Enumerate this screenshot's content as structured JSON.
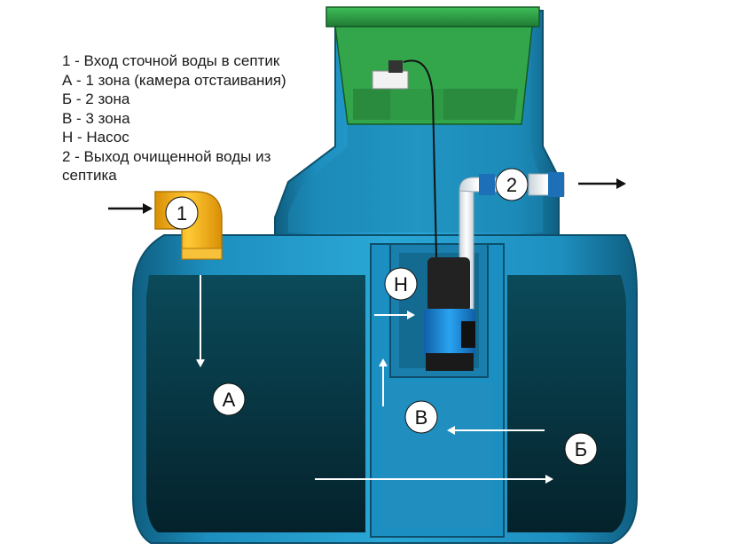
{
  "legend": [
    "1 - Вход сточной воды в септик",
    "А - 1 зона (камера отстаивания)",
    "Б - 2 зона",
    "В - 3 зона",
    "Н - Насос",
    "2 - Выход очищенной воды из",
    "септика"
  ],
  "callouts": {
    "inlet": "1",
    "outlet": "2",
    "pump": "Н",
    "zone_a": "А",
    "zone_b": "Б",
    "zone_v": "В"
  },
  "colors": {
    "tank_body": "#1d8fbf",
    "tank_dark": "#0e3a4c",
    "water": "#06303c",
    "lid_green": "#2f9a45",
    "pipe_yellow": "#f4b21a",
    "pump_blue": "#1e86d6",
    "arrow_white": "#ffffff",
    "arrow_black": "#111111"
  },
  "icons": [
    "inlet-elbow-pipe-icon",
    "outlet-pipe-icon",
    "submersible-pump-icon",
    "control-box-icon"
  ]
}
